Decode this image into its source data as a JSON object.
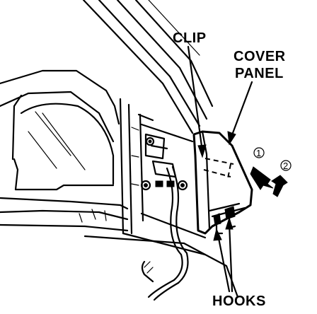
{
  "labels": {
    "clip": "CLIP",
    "cover_panel_line1": "COVER",
    "cover_panel_line2": "PANEL",
    "hooks": "HOOKS"
  },
  "steps": {
    "step1": "1",
    "step2": "2"
  }
}
